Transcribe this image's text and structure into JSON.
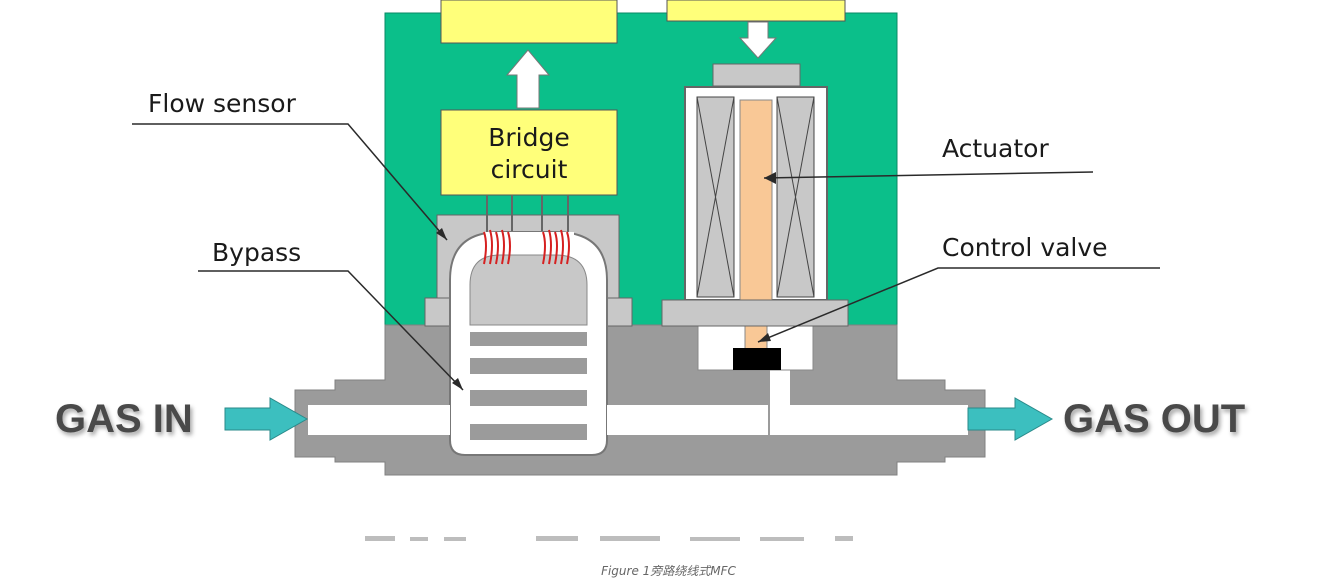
{
  "labels": {
    "flow_sensor": "Flow sensor",
    "bypass": "Bypass",
    "actuator": "Actuator",
    "control_valve": "Control valve",
    "bridge_line1": "Bridge",
    "bridge_line2": "circuit",
    "gas_in": "GAS IN",
    "gas_out": "GAS OUT"
  },
  "caption": "Figure 1旁路绕线式MFC",
  "colors": {
    "housing_green": "#0bbf8a",
    "body_gray": "#9b9b9b",
    "part_gray": "#c8c8c8",
    "box_yellow": "#ffff7a",
    "actuator_core": "#f9c896",
    "arrow_cyan": "#3cbfbf",
    "coil_red": "#d62020"
  }
}
